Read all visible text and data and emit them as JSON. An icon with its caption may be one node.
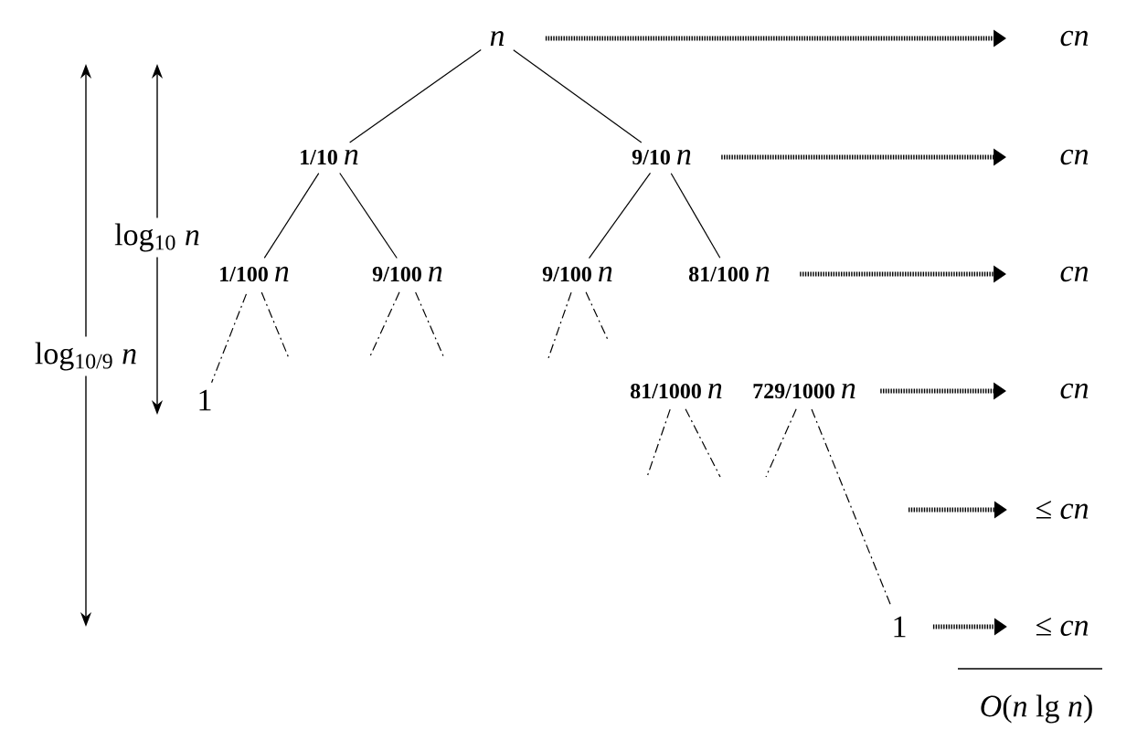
{
  "diagram": {
    "nodes": [
      {
        "text": [
          "n"
        ]
      },
      {
        "text": [
          "cn"
        ]
      },
      {
        "text": [
          "1/10 n"
        ]
      },
      {
        "text": [
          "9/10 n"
        ]
      },
      {
        "text": [
          "cn"
        ]
      },
      {
        "text": [
          "1/100 n"
        ]
      },
      {
        "text": [
          "9/100 n"
        ]
      },
      {
        "text": [
          "9/100 n"
        ]
      },
      {
        "text": [
          "81/100 n"
        ]
      },
      {
        "text": [
          "cn"
        ]
      },
      {
        "text": [
          "1"
        ]
      },
      {
        "text": [
          "81/1000 n"
        ]
      },
      {
        "text": [
          "729/1000 n"
        ]
      },
      {
        "text": [
          "cn"
        ]
      },
      {
        "text": [
          "≤ cn"
        ]
      },
      {
        "text": [
          "1"
        ]
      },
      {
        "text": [
          "≤ cn"
        ]
      }
    ],
    "edges": [
      {
        "from": 0,
        "to": 1,
        "arrow": "to",
        "style": "dashed"
      },
      {
        "from": 0,
        "to": 2,
        "arrow": "none"
      },
      {
        "from": 0,
        "to": 3,
        "arrow": "none"
      },
      {
        "from": 3,
        "to": 4,
        "arrow": "to",
        "style": "dashed"
      },
      {
        "from": 2,
        "to": 5,
        "arrow": "none"
      },
      {
        "from": 2,
        "to": 6,
        "arrow": "none"
      },
      {
        "from": 3,
        "to": 7,
        "arrow": "none"
      },
      {
        "from": 3,
        "to": 8,
        "arrow": "none"
      },
      {
        "from": 8,
        "to": 9,
        "arrow": "to",
        "style": "dashed"
      },
      {
        "from": 5,
        "to": 10,
        "arrow": "none",
        "style": "dashed"
      },
      {
        "from": 5,
        "to": null,
        "arrow": "none",
        "style": "dashed"
      },
      {
        "from": 6,
        "to": null,
        "arrow": "none",
        "style": "dashed"
      },
      {
        "from": 6,
        "to": null,
        "arrow": "none",
        "style": "dashed"
      },
      {
        "from": 7,
        "to": null,
        "arrow": "none",
        "style": "dashed"
      },
      {
        "from": 7,
        "to": null,
        "arrow": "none",
        "style": "dashed"
      },
      {
        "from": 12,
        "to": 13,
        "arrow": "to",
        "style": "dashed"
      },
      {
        "from": 11,
        "to": null,
        "arrow": "none",
        "style": "dashed"
      },
      {
        "from": 11,
        "to": null,
        "arrow": "none",
        "style": "dashed"
      },
      {
        "from": 12,
        "to": null,
        "arrow": "none",
        "style": "dashed"
      },
      {
        "from": 12,
        "to": 15,
        "arrow": "none",
        "style": "dashed"
      },
      {
        "from": null,
        "to": 14,
        "arrow": "to",
        "style": "dashed"
      },
      {
        "from": 15,
        "to": 16,
        "arrow": "to",
        "style": "dashed"
      }
    ],
    "labels": [
      "log$_{10}$ *n*",
      "log$_{10/9}$ *n*",
      "*O*(*n* lg *n*)"
    ]
  }
}
